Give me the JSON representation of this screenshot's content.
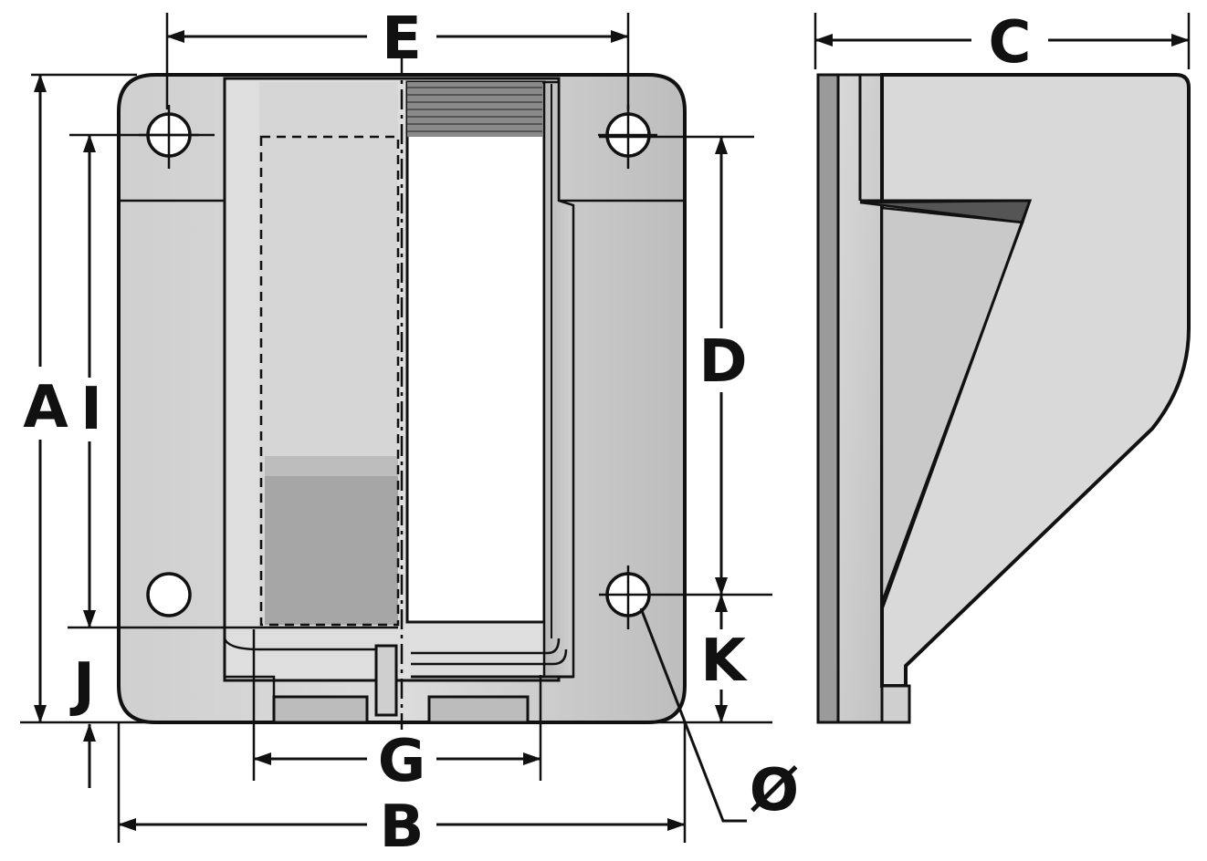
{
  "labels": {
    "a": "A",
    "b": "B",
    "c": "C",
    "d": "D",
    "e": "E",
    "g": "G",
    "i": "I",
    "j": "J",
    "k": "K",
    "diameter": "Ø"
  },
  "colors": {
    "body": "#d3d3d3",
    "body_light": "#e4e4e4",
    "body_dark": "#a9a9a9",
    "shadow": "#8c8c8c",
    "line": "#111111",
    "background": "#ffffff"
  }
}
